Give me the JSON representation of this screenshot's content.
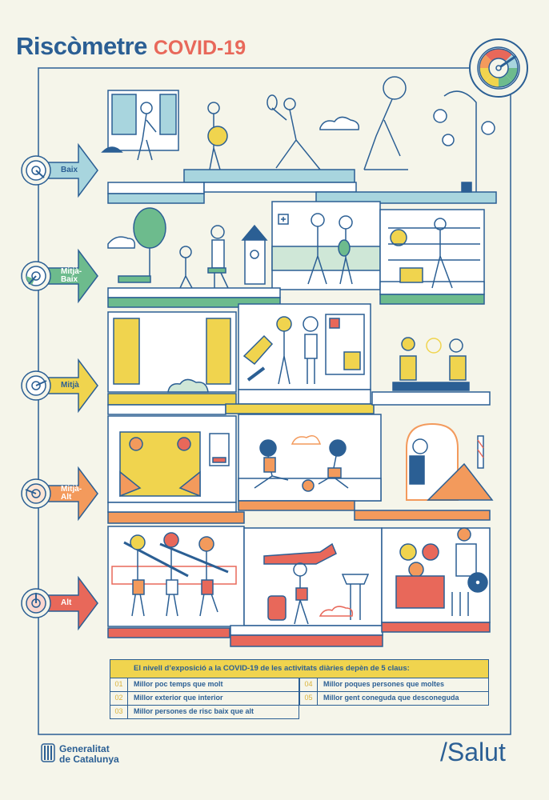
{
  "title": {
    "main": "Riscòmetre",
    "sub": "COVID-19"
  },
  "levels": [
    {
      "label": "Baix",
      "color": "#a8d5de"
    },
    {
      "label": "Mitjà-Baix",
      "line1": "Mitjà-",
      "line2": "Baix",
      "color": "#6dbb8d"
    },
    {
      "label": "Mitjà",
      "color": "#f0d44e"
    },
    {
      "label": "Mitjà-Alt",
      "line1": "Mitjà-",
      "line2": "Alt",
      "color": "#f39a5c"
    },
    {
      "label": "Alt",
      "color": "#e8685a"
    }
  ],
  "claus": {
    "heading": "El nivell d’exposició a la COVID-19 de les activitats diàries depèn de 5 claus:",
    "items": [
      {
        "num": "01",
        "text": "Millor poc temps que molt"
      },
      {
        "num": "02",
        "text": "Millor exterior que interior"
      },
      {
        "num": "03",
        "text": "Millor persones de risc baix que alt"
      },
      {
        "num": "04",
        "text": "Millor poques persones que moltes"
      },
      {
        "num": "05",
        "text": "Millor gent coneguda que desconeguda"
      }
    ]
  },
  "footer": {
    "gov_line1": "Generalitat",
    "gov_line2": "de Catalunya",
    "brand": "/Salut"
  },
  "colors": {
    "ink": "#2b5f94",
    "background": "#f5f5ea"
  }
}
